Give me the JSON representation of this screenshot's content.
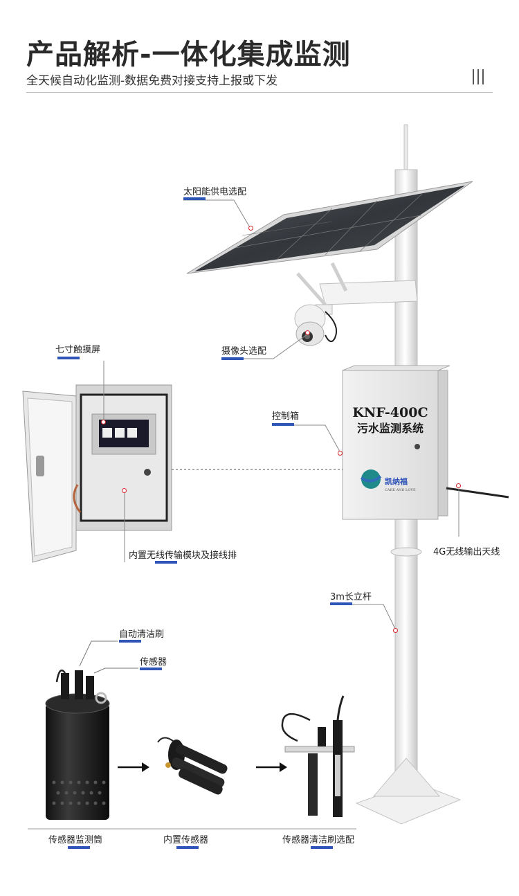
{
  "header": {
    "title": "产品解析-一体化集成监测",
    "subtitle": "全天候自动化监测-数据免费对接支持上报或下发"
  },
  "labels": {
    "solar": "太阳能供电选配",
    "camera": "摄像头选配",
    "touchscreen": "七寸触摸屏",
    "control_box": "控制箱",
    "wireless": "内置无线传输模块及接线排",
    "antenna": "4G无线输出天线",
    "pole": "3m长立杆",
    "brush": "自动清洁刷",
    "sensor": "传感器"
  },
  "control_box": {
    "model": "KNF-400C",
    "system": "污水监测系统",
    "brand": "凯纳福",
    "brand_en": "CARE AND LOVE"
  },
  "bottom": {
    "item1": "传感器监测筒",
    "item2": "内置传感器",
    "item3": "传感器清洁刷选配"
  },
  "colors": {
    "accent": "#2f55b8",
    "marker": "#d6262a"
  }
}
